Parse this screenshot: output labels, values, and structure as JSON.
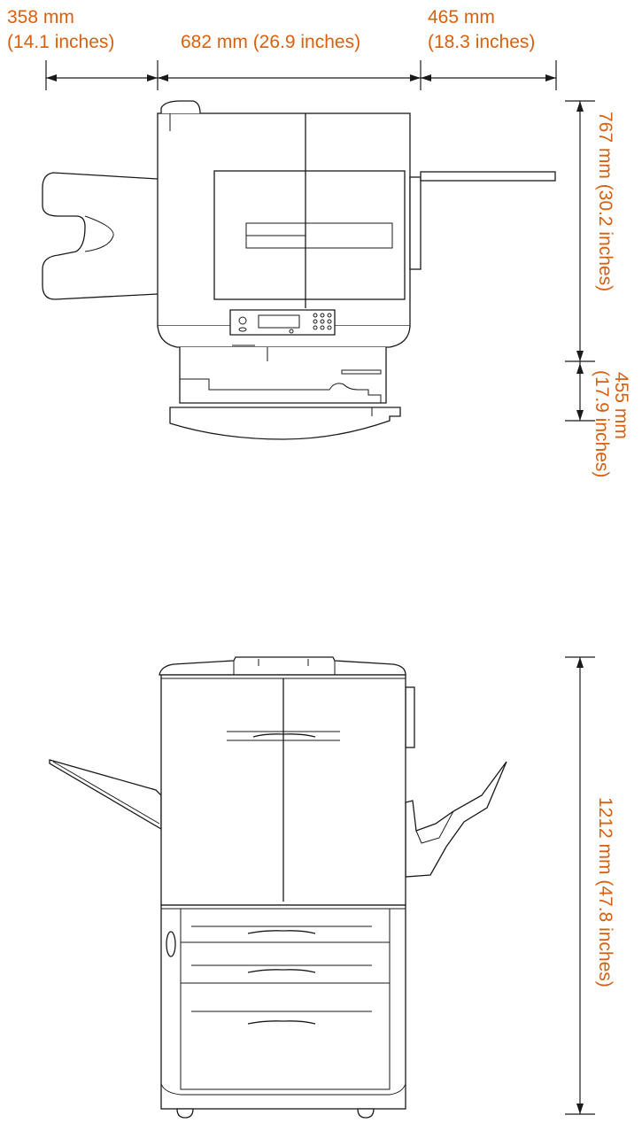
{
  "dimensions": {
    "left_mm": "358 mm",
    "left_in": "(14.1 inches)",
    "middle": "682 mm (26.9 inches)",
    "right_mm": "465 mm",
    "right_in": "(18.3 inches)",
    "depth_upper": "767 mm (30.2 inches)",
    "depth_lower_mm": "455 mm",
    "depth_lower_in": "(17.9 inches)",
    "height": "1212 mm (47.8 inches)"
  },
  "colors": {
    "label": "#d9600f",
    "line": "#1a1a1a",
    "background": "#ffffff"
  }
}
